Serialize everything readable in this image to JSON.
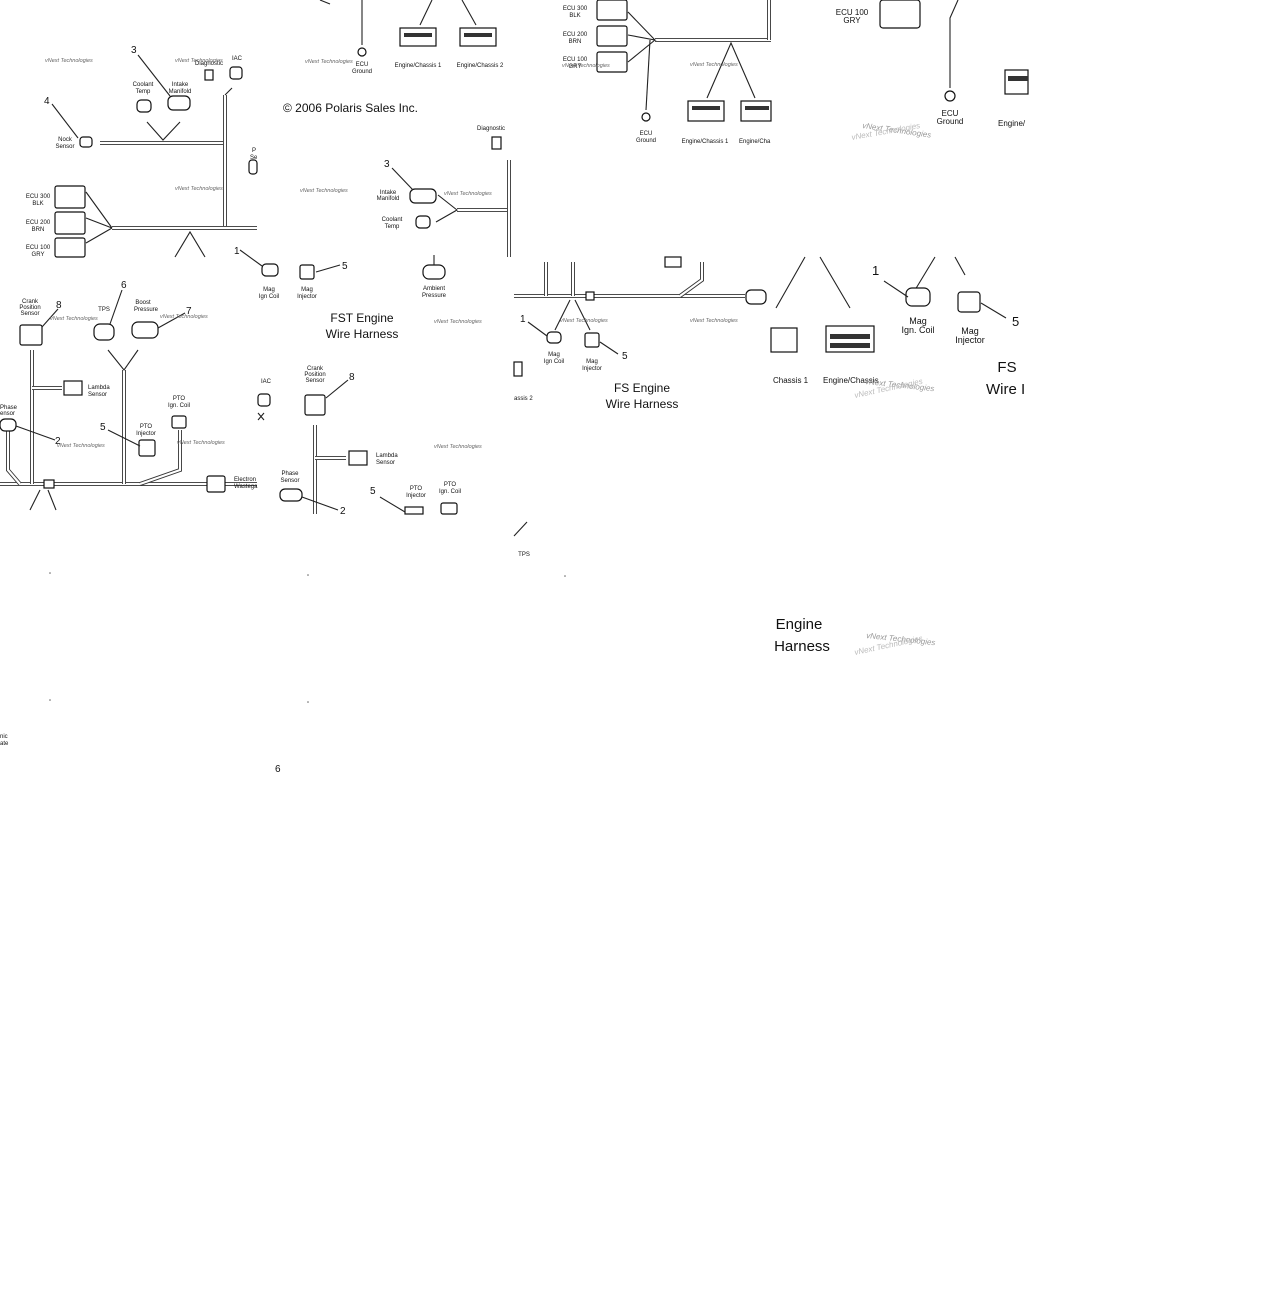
{
  "copyright": "© 2006 Polaris Sales Inc.",
  "watermark": "vNext Technologies",
  "watermark_faint": "vNext Technologies",
  "callouts": {
    "n1": "1",
    "n2": "2",
    "n3": "3",
    "n4": "4",
    "n5": "5",
    "n6": "6",
    "n7": "7",
    "n8": "8"
  },
  "labels": {
    "diagnostic": "Diagnostic",
    "iac": "IAC",
    "coolant_temp": [
      "Coolant",
      "Temp"
    ],
    "intake_manifold": [
      "Intake",
      "Manifold"
    ],
    "nock_sensor": [
      "Nock",
      "Sensor"
    ],
    "ecu_300": [
      "ECU 300",
      "BLK"
    ],
    "ecu_200": [
      "ECU 200",
      "BRN"
    ],
    "ecu_100": [
      "ECU 100",
      "GRY"
    ],
    "ecu_ground": [
      "ECU",
      "Ground"
    ],
    "engine_chassis_1": "Engine/Chassis 1",
    "engine_chassis_2": "Engine/Chassis 2",
    "engine_chassis_trunc": "Engine/Cha",
    "engine_trunc": "Engine/",
    "chassis_1_trunc": "Chassis 1",
    "engine_chassis_wm": "Engine/Chassis",
    "chassis_2_trunc": "assis 2",
    "mag_ign_coil": [
      "Mag",
      "Ign. Coil"
    ],
    "mag_ign_coil_b": [
      "Mag",
      "Ign  Coil"
    ],
    "mag_injector": [
      "Mag",
      "Injector"
    ],
    "ambient_pressure": [
      "Ambient",
      "Pressure"
    ],
    "crank_position_sensor": [
      "Crank",
      "Position",
      "Sensor"
    ],
    "tps": "TPS",
    "boost_pressure": [
      "Boost",
      "Pressure"
    ],
    "lambda_sensor": [
      "Lambda",
      "Sensor"
    ],
    "phase_sensor": [
      "Phase",
      "Sensor"
    ],
    "phase_sensor_trunc": [
      "Phase",
      "ensor"
    ],
    "pto_injector": [
      "PTO",
      "Injector"
    ],
    "pto_ign_coil": [
      "PTO",
      "Ign. Coil"
    ],
    "electronic_wastegate": [
      "Electron",
      "Wastega"
    ],
    "pto_sensor_trunc": [
      "P",
      "Se"
    ],
    "bottom_left_trunc": [
      "nic",
      "ate"
    ]
  },
  "titles": {
    "fst": [
      "FST Engine",
      "Wire Harness"
    ],
    "fs": [
      "FS  Engine",
      "Wire Harness"
    ],
    "fs_right": [
      "FS",
      "Wire I"
    ],
    "engine_harness": [
      "Engine",
      "Harness"
    ]
  }
}
